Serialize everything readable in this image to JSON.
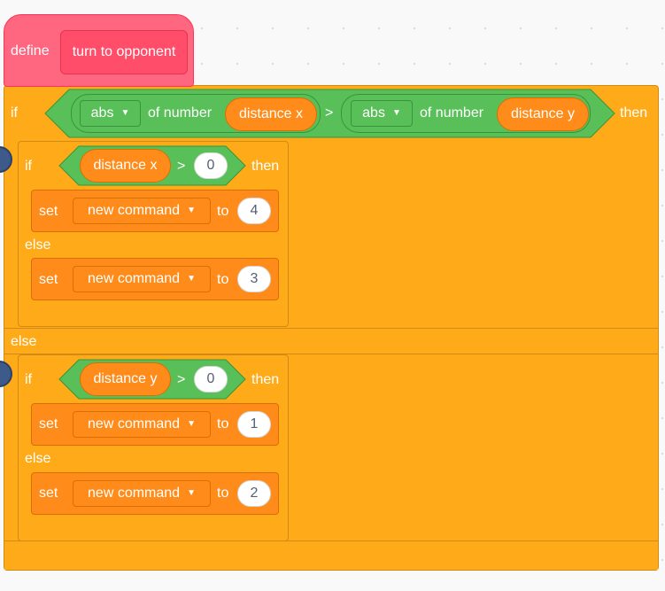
{
  "define_block": {
    "define_label": "define",
    "procedure_name": "turn to opponent"
  },
  "outer_if": {
    "if_label": "if",
    "then_label": "then",
    "else_label": "else",
    "condition": {
      "left": {
        "function": "abs",
        "of_label": "of number",
        "variable": "distance x"
      },
      "operator": ">",
      "right": {
        "function": "abs",
        "of_label": "of number",
        "variable": "distance y"
      }
    }
  },
  "inner_if_1": {
    "if_label": "if",
    "then_label": "then",
    "else_label": "else",
    "condition": {
      "variable": "distance x",
      "operator": ">",
      "value": "0"
    },
    "then_set": {
      "set_label": "set",
      "variable": "new command",
      "to_label": "to",
      "value": "4"
    },
    "else_set": {
      "set_label": "set",
      "variable": "new command",
      "to_label": "to",
      "value": "3"
    }
  },
  "inner_if_2": {
    "if_label": "if",
    "then_label": "then",
    "else_label": "else",
    "condition": {
      "variable": "distance y",
      "operator": ">",
      "value": "0"
    },
    "then_set": {
      "set_label": "set",
      "variable": "new command",
      "to_label": "to",
      "value": "1"
    },
    "else_set": {
      "set_label": "set",
      "variable": "new command",
      "to_label": "to",
      "value": "2"
    }
  },
  "colors": {
    "control": "#ffab19",
    "control_border": "#cf8b17",
    "operator": "#59c059",
    "operator_border": "#389438",
    "variable": "#ff8c1a",
    "my_blocks": "#ff6680"
  },
  "icons": {
    "collapse": "collapse-toggle-icon",
    "dropdown": "caret-down-icon"
  }
}
